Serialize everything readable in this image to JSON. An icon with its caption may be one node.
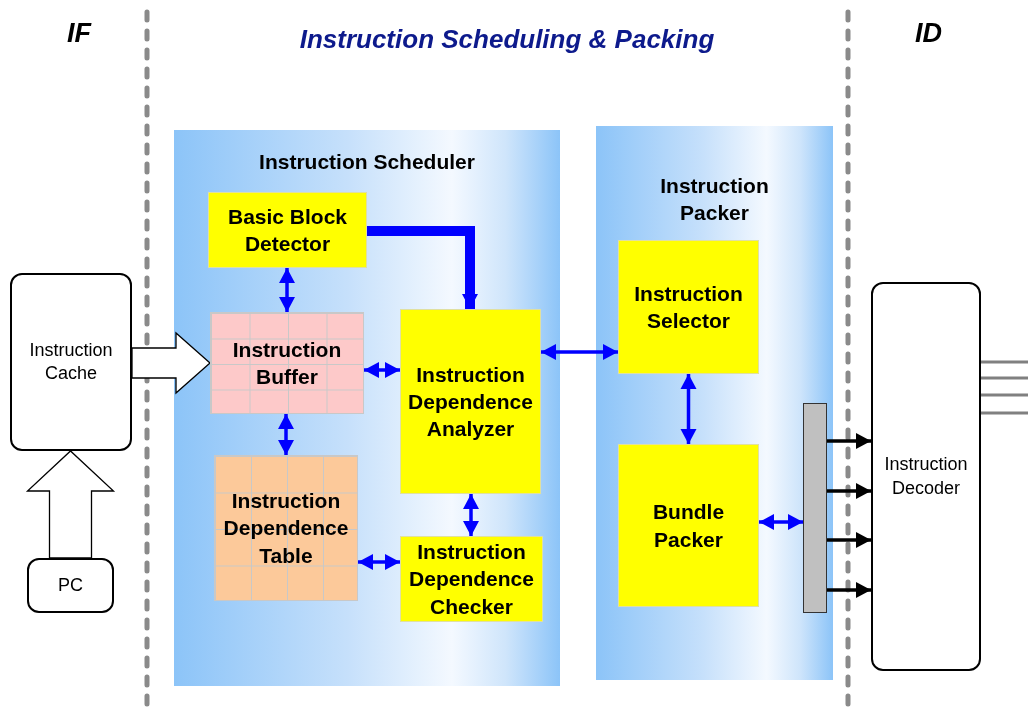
{
  "diagram": {
    "title": "Instruction Scheduling & Packing",
    "nodes": [
      {
        "text": [
          "Instruction Cache"
        ]
      },
      {
        "text": [
          "PC"
        ]
      },
      {
        "text": [
          "Instruction Scheduler"
        ]
      },
      {
        "text": [
          "Basic Block Detector"
        ],
        "in": 2
      },
      {
        "text": [
          "Instruction Buffer"
        ],
        "in": 2
      },
      {
        "text": [
          "Instruction Dependence Table"
        ],
        "in": 2
      },
      {
        "text": [
          "Instruction Dependence Analyzer"
        ],
        "in": 2
      },
      {
        "text": [
          "Instruction Dependence Checker"
        ],
        "in": 2
      },
      {
        "text": [
          "Instruction Packer"
        ]
      },
      {
        "text": [
          "Instruction Selector"
        ],
        "in": 8
      },
      {
        "text": [
          "Bundle Packer"
        ],
        "in": 8
      },
      {
        "text": [],
        "shape": "bar",
        "in": 8
      },
      {
        "text": [
          "Instruction Decoder"
        ]
      }
    ],
    "edges": [
      {
        "from": 1,
        "to": 0,
        "arrow": "to",
        "style": "thick",
        "color": "#ffffff"
      },
      {
        "from": 0,
        "to": 4,
        "arrow": "to",
        "style": "thick",
        "color": "#ffffff"
      },
      {
        "from": 3,
        "to": 6,
        "arrow": "to",
        "style": "thick"
      },
      {
        "from": 3,
        "to": 4,
        "arrow": "both"
      },
      {
        "from": 4,
        "to": 5,
        "arrow": "both"
      },
      {
        "from": 4,
        "to": 6,
        "arrow": "both"
      },
      {
        "from": 6,
        "to": 7,
        "arrow": "both"
      },
      {
        "from": 5,
        "to": 7,
        "arrow": "both"
      },
      {
        "from": 6,
        "to": 9,
        "arrow": "both"
      },
      {
        "from": 9,
        "to": 10,
        "arrow": "both"
      },
      {
        "from": 10,
        "to": 11,
        "arrow": "both"
      },
      {
        "from": 11,
        "to": 12,
        "arrow": "to",
        "color": "#000000"
      },
      {
        "from": 11,
        "to": 12,
        "arrow": "to",
        "color": "#000000"
      },
      {
        "from": 11,
        "to": 12,
        "arrow": "to",
        "color": "#000000"
      },
      {
        "from": 11,
        "to": 12,
        "arrow": "to",
        "color": "#000000"
      },
      {
        "from": 12,
        "to": null,
        "arrow": "none",
        "color": "#808080"
      },
      {
        "from": 12,
        "to": null,
        "arrow": "none",
        "color": "#808080"
      },
      {
        "from": 12,
        "to": null,
        "arrow": "none",
        "color": "#808080"
      },
      {
        "from": 12,
        "to": null,
        "arrow": "none",
        "color": "#808080"
      }
    ],
    "labels": [
      "IF",
      "ID"
    ]
  }
}
